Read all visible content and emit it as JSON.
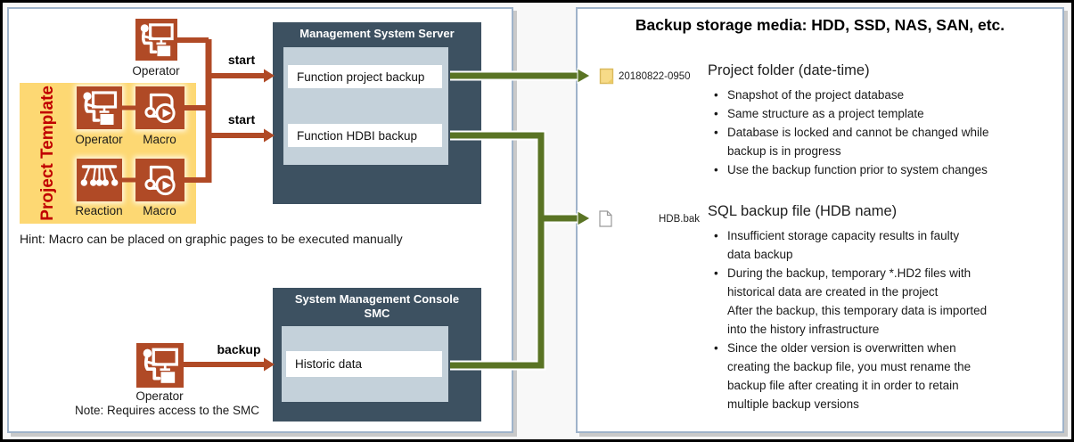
{
  "left_panel": {
    "top_operator_label": "Operator",
    "start_label": "start",
    "project_template": {
      "title": "Project Template",
      "items": [
        {
          "icon": "operator-icon",
          "label": "Operator"
        },
        {
          "icon": "macro-icon",
          "label": "Macro"
        },
        {
          "icon": "reaction-icon",
          "label": "Reaction"
        },
        {
          "icon": "macro-icon",
          "label": "Macro"
        }
      ]
    },
    "hint": "Hint: Macro can be placed on graphic pages to be executed manually",
    "server_box": {
      "title": "Management System Server",
      "functions": [
        "Function project backup",
        "Function HDBI backup"
      ]
    },
    "smc_box": {
      "title_line1": "System Management Console",
      "title_line2": "SMC",
      "functions": [
        "Historic data"
      ]
    },
    "backup_label": "backup",
    "bottom_operator_label": "Operator",
    "note": "Note: Requires access to the SMC"
  },
  "right_panel": {
    "title": "Backup storage media: HDD, SSD, NAS, SAN, etc.",
    "sections": [
      {
        "icon": "folder-icon",
        "icon_label": "20180822-0950",
        "heading": "Project folder (date-time)",
        "bullets": [
          "Snapshot of the project database",
          "Same structure as a project template",
          "Database is locked and cannot be changed while\nbackup is in progress",
          "Use the backup function prior to system changes"
        ]
      },
      {
        "icon": "file-icon",
        "icon_label": "HDB.bak",
        "heading": "SQL backup file (HDB name)",
        "bullets": [
          "Insufficient storage capacity results in faulty\ndata backup",
          "During the backup, temporary *.HD2 files with\nhistorical data are created in the project\nAfter the backup, this temporary data is imported\ninto the history infrastructure",
          "Since the older version is overwritten when\ncreating the backup file, you must rename the\nbackup file after creating it in order to retain\nmultiple backup versions"
        ]
      }
    ]
  },
  "colors": {
    "rust": "#b04a26",
    "dark_slate": "#3d5161",
    "inner_blue_gray": "#c4d1da",
    "template_yellow": "#fdd873",
    "template_red_text": "#c00000",
    "arrow_green": "#5a7424",
    "panel_border_blue": "#9fb3ca"
  }
}
